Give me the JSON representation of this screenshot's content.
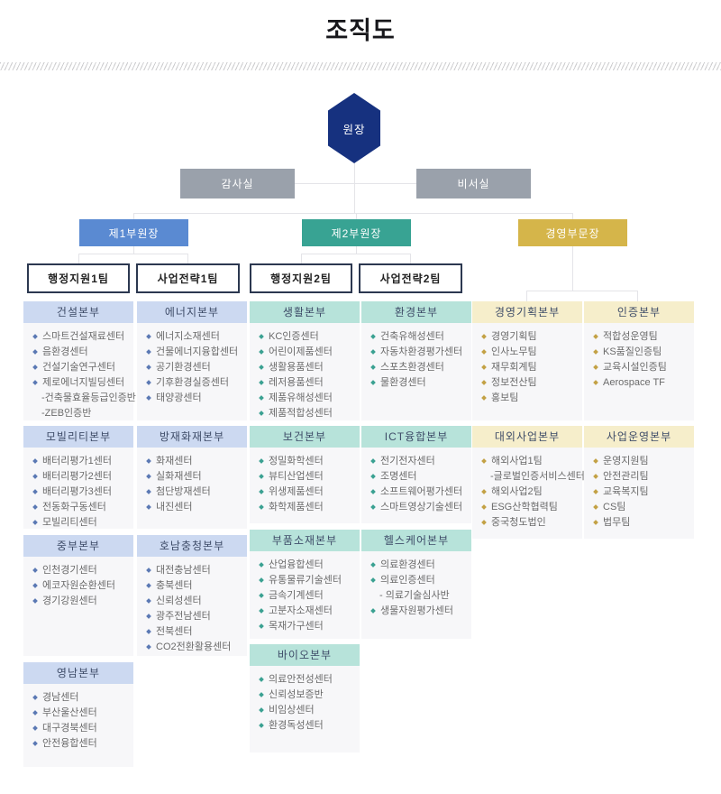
{
  "title": "조직도",
  "top": {
    "director": "원장",
    "audit_office": "감사실",
    "secretary_office": "비서실"
  },
  "colors": {
    "director_navy": "#16317f",
    "office_gray": "#9aa1ab",
    "division1_blue": "#5a8ad2",
    "division2_teal": "#38a393",
    "division3_gold": "#d5b54a",
    "section_header_blue": "#ccd9f1",
    "section_header_teal": "#b7e3da",
    "section_header_cream": "#f6eecb",
    "list_background": "#f7f7f9"
  },
  "divisions": [
    {
      "label": "제1부원장",
      "teams": [
        "행정지원1팀",
        "사업전략1팀"
      ]
    },
    {
      "label": "제2부원장",
      "teams": [
        "행정지원2팀",
        "사업전략2팀"
      ]
    },
    {
      "label": "경영부문장",
      "teams": []
    }
  ],
  "columns": [
    {
      "sections": [
        {
          "title": "건설본부",
          "items": [
            {
              "text": "스마트건설재료센터"
            },
            {
              "text": "음환경센터"
            },
            {
              "text": "건설기술연구센터"
            },
            {
              "text": "제로에너지빌딩센터",
              "subs": [
                "-건축물효율등급인증반",
                "-ZEB인증반"
              ]
            }
          ]
        },
        {
          "title": "모빌리티본부",
          "items": [
            {
              "text": "배터리평가1센터"
            },
            {
              "text": "배터리평가2센터"
            },
            {
              "text": "배터리평가3센터"
            },
            {
              "text": "전동화구동센터"
            },
            {
              "text": "모빌리티센터"
            }
          ]
        },
        {
          "title": "중부본부",
          "items": [
            {
              "text": "인천경기센터"
            },
            {
              "text": "에코자원순환센터"
            },
            {
              "text": "경기강원센터"
            }
          ]
        },
        {
          "title": "영남본부",
          "items": [
            {
              "text": "경남센터"
            },
            {
              "text": "부산울산센터"
            },
            {
              "text": "대구경북센터"
            },
            {
              "text": "안전융합센터"
            }
          ]
        }
      ]
    },
    {
      "sections": [
        {
          "title": "에너지본부",
          "items": [
            {
              "text": "에너지소재센터"
            },
            {
              "text": "건물에너지융합센터"
            },
            {
              "text": "공기환경센터"
            },
            {
              "text": "기후환경실증센터"
            },
            {
              "text": "태양광센터"
            }
          ]
        },
        {
          "title": "방재화재본부",
          "items": [
            {
              "text": "화재센터"
            },
            {
              "text": "실화재센터"
            },
            {
              "text": "첨단방재센터"
            },
            {
              "text": "내진센터"
            }
          ]
        },
        {
          "title": "호남충청본부",
          "items": [
            {
              "text": "대전충남센터"
            },
            {
              "text": "충북센터"
            },
            {
              "text": "신뢰성센터"
            },
            {
              "text": "광주전남센터"
            },
            {
              "text": "전북센터"
            },
            {
              "text": "CO2전환활용센터"
            }
          ]
        }
      ]
    },
    {
      "sections": [
        {
          "title": "생활본부",
          "items": [
            {
              "text": "KC인증센터"
            },
            {
              "text": "어린이제품센터"
            },
            {
              "text": "생활용품센터"
            },
            {
              "text": "레저용품센터"
            },
            {
              "text": "제품유해성센터"
            },
            {
              "text": "제품적합성센터"
            }
          ]
        },
        {
          "title": "보건본부",
          "items": [
            {
              "text": "정밀화학센터"
            },
            {
              "text": "뷰티산업센터"
            },
            {
              "text": "위생제품센터"
            },
            {
              "text": "화학제품센터"
            }
          ]
        },
        {
          "title": "부품소재본부",
          "items": [
            {
              "text": "산업융합센터"
            },
            {
              "text": "유통물류기술센터"
            },
            {
              "text": "금속기계센터"
            },
            {
              "text": "고분자소재센터"
            },
            {
              "text": "목재가구센터"
            }
          ]
        },
        {
          "title": "바이오본부",
          "items": [
            {
              "text": "의료안전성센터"
            },
            {
              "text": "신뢰성보증반"
            },
            {
              "text": "비임상센터"
            },
            {
              "text": "환경독성센터"
            }
          ]
        }
      ]
    },
    {
      "sections": [
        {
          "title": "환경본부",
          "items": [
            {
              "text": "건축유해성센터"
            },
            {
              "text": "자동차환경평가센터"
            },
            {
              "text": "스포츠환경센터"
            },
            {
              "text": "물환경센터"
            }
          ]
        },
        {
          "title": "ICT융합본부",
          "items": [
            {
              "text": "전기전자센터"
            },
            {
              "text": "조명센터"
            },
            {
              "text": "소프트웨어평가센터"
            },
            {
              "text": "스마트영상기술센터"
            }
          ]
        },
        {
          "title": "헬스케어본부",
          "items": [
            {
              "text": "의료환경센터"
            },
            {
              "text": "의료인증센터",
              "subs": [
                "- 의료기술심사반"
              ]
            },
            {
              "text": "생물자원평가센터"
            }
          ]
        }
      ]
    },
    {
      "sections": [
        {
          "title": "경영기획본부",
          "items": [
            {
              "text": "경영기획팀"
            },
            {
              "text": "인사노무팀"
            },
            {
              "text": "재무회계팀"
            },
            {
              "text": "정보전산팀"
            },
            {
              "text": "홍보팀"
            }
          ]
        },
        {
          "title": "대외사업본부",
          "items": [
            {
              "text": "해외사업1팀",
              "subs": [
                "-글로벌인증서비스센터"
              ]
            },
            {
              "text": "해외사업2팀"
            },
            {
              "text": "ESG산학협력팀"
            },
            {
              "text": "중국청도법인"
            }
          ]
        }
      ]
    },
    {
      "sections": [
        {
          "title": "인증본부",
          "items": [
            {
              "text": "적합성운영팀"
            },
            {
              "text": "KS품질인증팀"
            },
            {
              "text": "교육시설인증팀"
            },
            {
              "text": "Aerospace TF"
            }
          ]
        },
        {
          "title": "사업운영본부",
          "items": [
            {
              "text": "운영지원팀"
            },
            {
              "text": "안전관리팀"
            },
            {
              "text": "교육복지팀"
            },
            {
              "text": "CS팀"
            },
            {
              "text": "법무팀"
            }
          ]
        }
      ]
    }
  ]
}
